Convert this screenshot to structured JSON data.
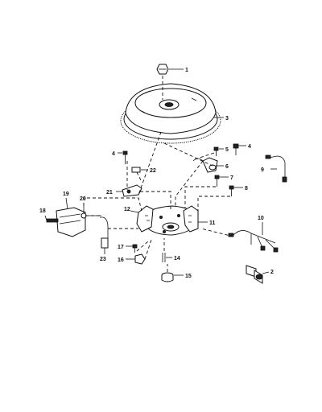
{
  "diagram": {
    "callouts": [
      "1",
      "2",
      "3",
      "4",
      "4",
      "5",
      "6",
      "7",
      "8",
      "9",
      "10",
      "11",
      "12",
      "14",
      "15",
      "16",
      "17",
      "18",
      "19",
      "20",
      "21",
      "22",
      "23"
    ]
  }
}
